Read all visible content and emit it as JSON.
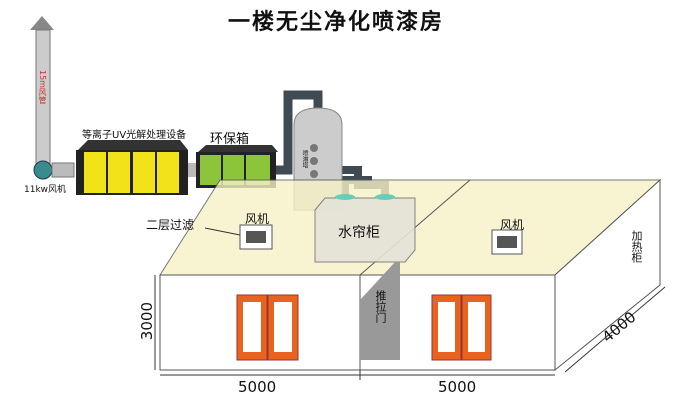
{
  "title": "一楼无尘净化喷漆房",
  "labels": {
    "chimney": "15m风管",
    "fan_main": "11kw风机",
    "uv_unit": "等离子UV光解处理设备",
    "eco_box": "环保箱",
    "spray_tower": "喷淋塔",
    "water_curtain": "水帘柜",
    "filter": "二层过滤",
    "fan_left": "风机",
    "fan_right": "风机",
    "heater": "加热柜",
    "sliding_door": "推拉门"
  },
  "dimensions": {
    "height": "3000",
    "width_left": "5000",
    "width_right": "5000",
    "depth": "4000"
  },
  "colors": {
    "door": "#e8641e",
    "uv": "#f2e21a",
    "eco": "#8cc43c",
    "duct": "#3f4a52",
    "heater": "#f0a000",
    "ceiling": "#f7f2c8"
  }
}
